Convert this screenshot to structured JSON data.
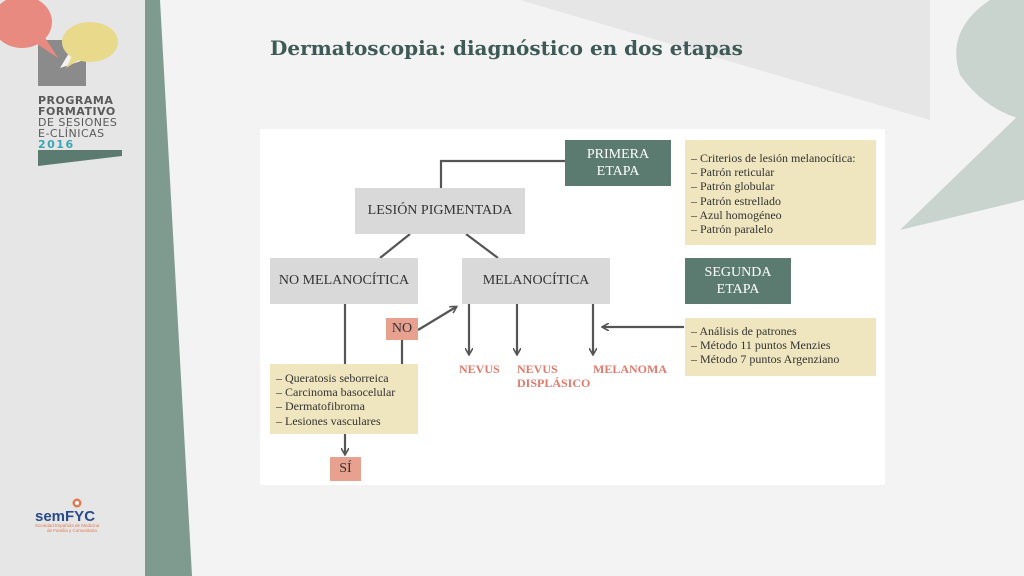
{
  "slide": {
    "title": "Dermatoscopia: diagnóstico en dos etapas"
  },
  "sidebar": {
    "line1": "PROGRAMA",
    "line2": "FORMATIVO",
    "line3": "DE SESIONES",
    "line4": "E-CLÍNICAS",
    "year": "2016"
  },
  "logo": {
    "name": "semFYC",
    "subtitle1": "Sociedad Española de Medicina",
    "subtitle2": "de Familia y Comunitaria"
  },
  "diagram": {
    "primera_etapa": [
      "PRIMERA",
      "ETAPA"
    ],
    "segunda_etapa": [
      "SEGUNDA",
      "ETAPA"
    ],
    "lesion": "LESIÓN PIGMENTADA",
    "no_melanocitica": "NO MELANOCÍTICA",
    "melanocitica": "MELANOCÍTICA",
    "no": "NO",
    "si": "SÍ",
    "nevus": "NEVUS",
    "nevus_displasico": [
      "NEVUS",
      "DISPLÁSICO"
    ],
    "melanoma": "MELANOMA",
    "criterios": [
      "– Criterios de lesión melanocítica:",
      "– Patrón reticular",
      "– Patrón globular",
      "– Patrón estrellado",
      "– Azul homogéneo",
      "– Patrón paralelo"
    ],
    "analisis": [
      "– Análisis de patrones",
      "– Método 11 puntos Menzies",
      "– Método 7 puntos Argenziano"
    ],
    "no_mel_list": [
      "– Queratosis seborreica",
      "– Carcinoma basocelular",
      "– Dermatofibroma",
      "– Lesiones vasculares"
    ]
  },
  "colors": {
    "green": "#5b7b71",
    "gray": "#d9d9d9",
    "pink": "#e8a08f",
    "tan": "#efe6bf",
    "red_text": "#e07a6c",
    "title": "#3e5a56",
    "teal": "#3aa6b4"
  }
}
